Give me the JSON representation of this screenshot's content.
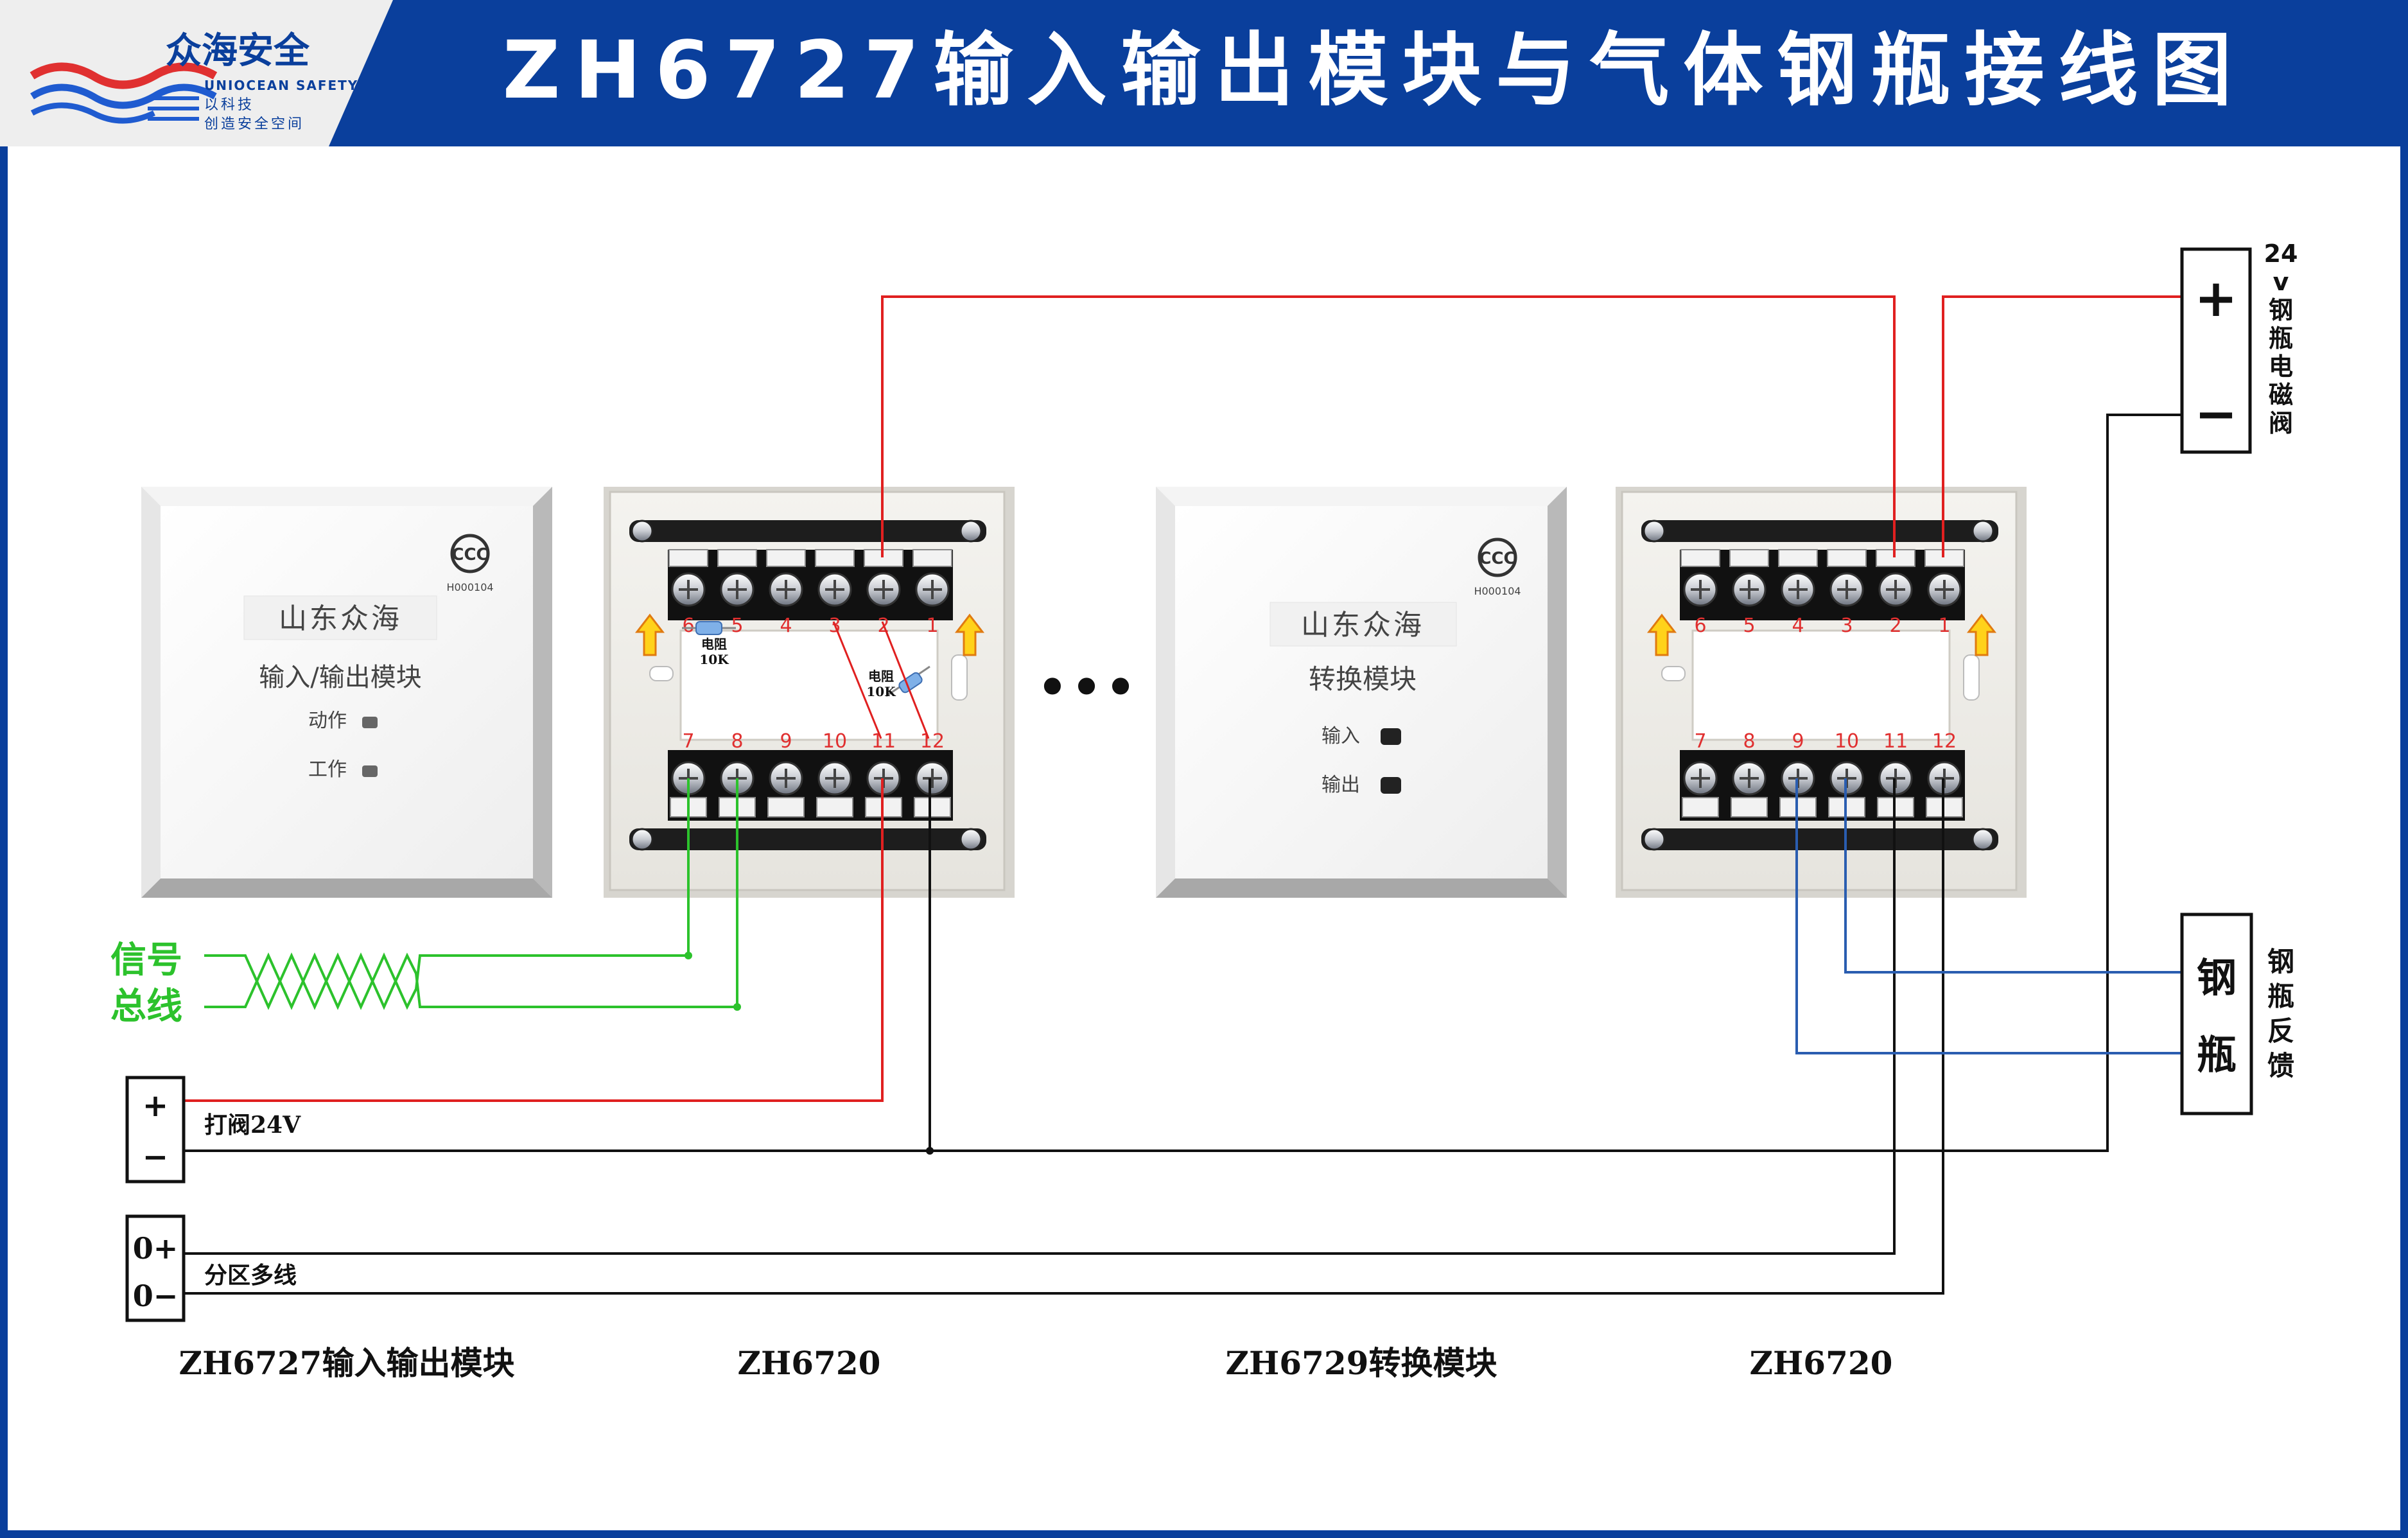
{
  "header": {
    "brand_name": "众海安全",
    "brand_en": "UNIOCEAN SAFETY",
    "slogan_1": "以科技",
    "slogan_2": "创造安全空间",
    "title": "ZH6727输入输出模块与气体钢瓶接线图"
  },
  "io_module": {
    "cert": "H000104",
    "brand": "山东众海",
    "name": "输入/输出模块",
    "led_action": "动作",
    "led_work": "工作"
  },
  "converter_module": {
    "cert": "H000104",
    "brand": "山东众海",
    "name": "转换模块",
    "led_input": "输入",
    "led_output": "输出"
  },
  "terminals": {
    "top": [
      "6",
      "5",
      "4",
      "3",
      "2",
      "1"
    ],
    "bottom": [
      "7",
      "8",
      "9",
      "10",
      "11",
      "12"
    ]
  },
  "resistor": {
    "line1": "电阻",
    "line2": "10K"
  },
  "ellipsis": "•••",
  "signal_bus": {
    "line1": "信号",
    "line2": "总线"
  },
  "valve_supply": {
    "plus": "+",
    "minus": "−",
    "label": "打阀24V"
  },
  "zone_bus": {
    "plus": "0+",
    "minus": "0−",
    "label": "分区多线"
  },
  "solenoid": {
    "plus": "+",
    "minus": "−",
    "label": [
      "24",
      "v",
      "钢",
      "瓶",
      "电",
      "磁",
      "阀"
    ]
  },
  "cylinder": {
    "chars": [
      "钢",
      "瓶"
    ],
    "label": [
      "钢",
      "瓶",
      "反",
      "馈"
    ]
  },
  "captions": {
    "io": "ZH6727输入输出模块",
    "base1": "ZH6720",
    "converter": "ZH6729转换模块",
    "base2": "ZH6720"
  },
  "colors": {
    "header_blue": "#0a3f9c",
    "wire_red": "#e02020",
    "wire_green": "#2cc22c",
    "wire_blue": "#2a5db0",
    "wire_black": "#111111",
    "terminal_number": "#e03030",
    "arrow_yellow": "#ffd21a"
  }
}
